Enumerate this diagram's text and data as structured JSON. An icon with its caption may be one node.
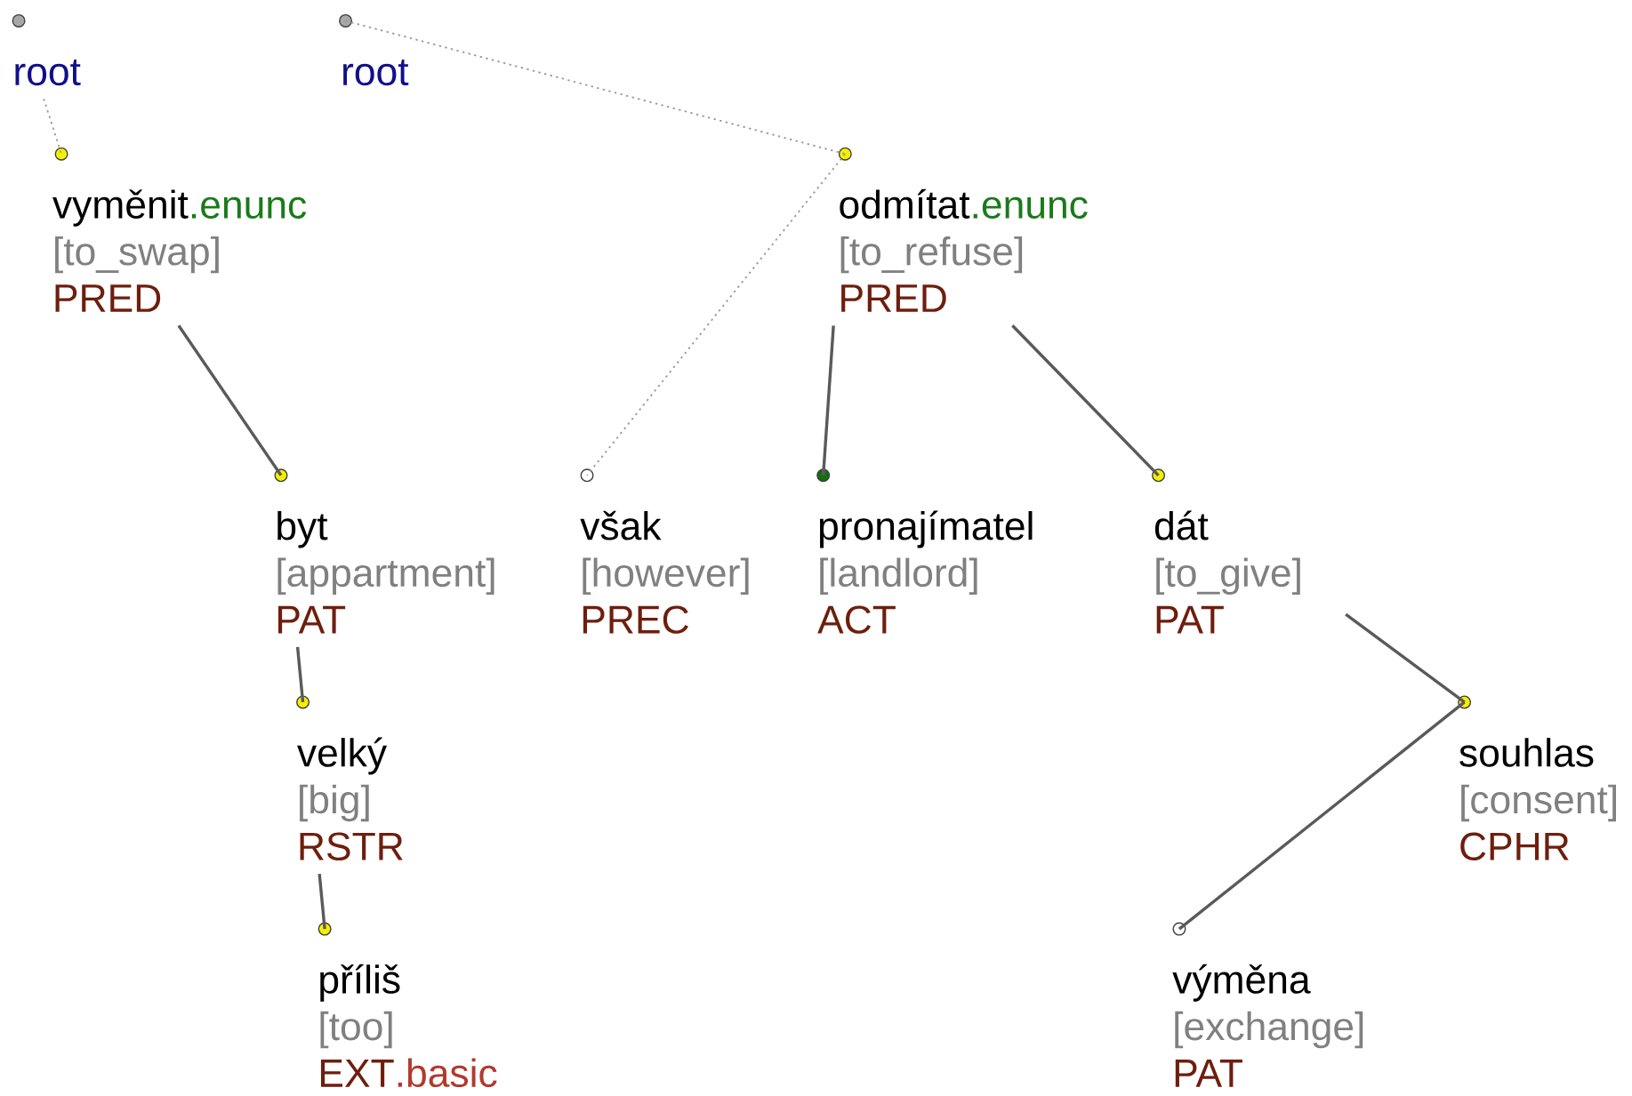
{
  "diagram": {
    "nodes": [
      {
        "text": [
          "root"
        ]
      },
      {
        "text": [
          "root"
        ]
      },
      {
        "text": [
          "vyměnit",
          ".enunc",
          "[to_swap]",
          "PRED"
        ]
      },
      {
        "text": [
          "odmítat",
          ".enunc",
          "[to_refuse]",
          "PRED"
        ]
      },
      {
        "text": [
          "byt",
          "[appartment]",
          "PAT"
        ]
      },
      {
        "text": [
          "však",
          "[however]",
          "PREC"
        ]
      },
      {
        "text": [
          "pronajímatel",
          "[landlord]",
          "ACT"
        ]
      },
      {
        "text": [
          "dát",
          "[to_give]",
          "PAT"
        ]
      },
      {
        "text": [
          "velký",
          "[big]",
          "RSTR"
        ]
      },
      {
        "text": [
          "souhlas",
          "[consent]",
          "CPHR"
        ]
      },
      {
        "text": [
          "příliš",
          "[too]",
          "EXT",
          ".basic"
        ]
      },
      {
        "text": [
          "výměna",
          "[exchange]",
          "PAT"
        ]
      }
    ],
    "edges": [
      {
        "from": 0,
        "to": 2,
        "arrow": "none",
        "style": "dashed",
        "color": "#999999"
      },
      {
        "from": 1,
        "to": 3,
        "arrow": "none",
        "style": "dashed",
        "color": "#999999"
      },
      {
        "from": 2,
        "to": 4,
        "arrow": "none"
      },
      {
        "from": 3,
        "to": 5,
        "arrow": "none",
        "style": "dashed",
        "color": "#999999"
      },
      {
        "from": 3,
        "to": 6,
        "arrow": "none"
      },
      {
        "from": 3,
        "to": 7,
        "arrow": "none"
      },
      {
        "from": 4,
        "to": 8,
        "arrow": "none"
      },
      {
        "from": 7,
        "to": 9,
        "arrow": "none"
      },
      {
        "from": 8,
        "to": 10,
        "arrow": "none"
      },
      {
        "from": 9,
        "to": 11,
        "arrow": "none"
      }
    ]
  }
}
